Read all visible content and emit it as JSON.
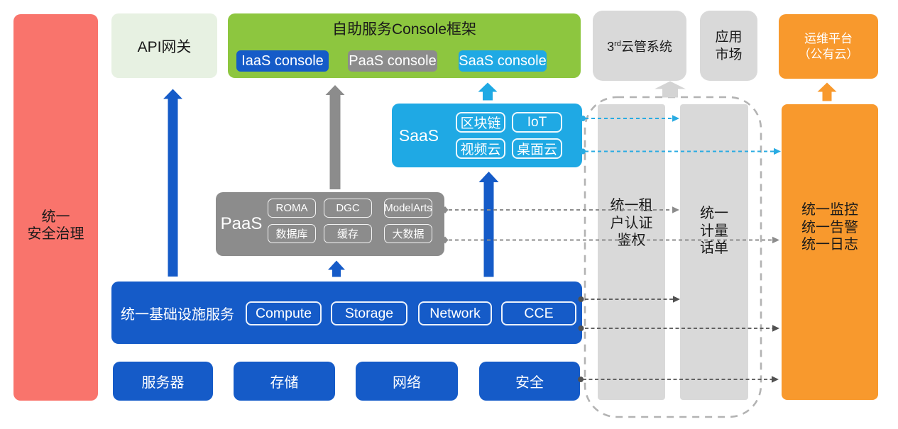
{
  "colors": {
    "blue": "#155BC8",
    "cyan": "#1FA9E4",
    "cyan-line": "#29ABE2",
    "green": "#8DC63F",
    "light-green": "#E7F1E2",
    "red": "#F9746C",
    "orange": "#F8992D",
    "gray-light": "#D9D9D9",
    "gray-mid": "#8C8C8C",
    "gray-arrow": "#D4D4D4",
    "gray-dark-line": "#515151",
    "dash-border": "#B3B3B3",
    "text-dark": "#1A1A1A"
  },
  "security_bar": {
    "lines": [
      "统一",
      "安全治理"
    ]
  },
  "api_gateway": {
    "label": "API网关"
  },
  "console_frame": {
    "title": "自助服务Console框架",
    "buttons": [
      {
        "label": "IaaS console"
      },
      {
        "label": "PaaS console"
      },
      {
        "label": "SaaS console"
      }
    ]
  },
  "third_party_cloud": {
    "prefix": "3",
    "sup": "rd",
    "rest": "云管系统"
  },
  "app_market": {
    "lines": [
      "应用",
      "市场"
    ]
  },
  "ops_platform": {
    "lines": [
      "运维平台",
      "（公有云）"
    ]
  },
  "saas": {
    "label": "SaaS",
    "chips": [
      "区块链",
      "IoT",
      "视频云",
      "桌面云"
    ]
  },
  "paas": {
    "label": "PaaS",
    "chips": [
      "ROMA",
      "DGC",
      "ModelArts",
      "数据库",
      "缓存",
      "大数据"
    ]
  },
  "infrastructure": {
    "label": "统一基础设施服务",
    "chips": [
      "Compute",
      "Storage",
      "Network",
      "CCE"
    ]
  },
  "hardware": {
    "items": [
      "服务器",
      "存储",
      "网络",
      "安全"
    ]
  },
  "pillars": {
    "tenant_auth": {
      "lines": [
        "统一租",
        "户认证",
        "鉴权"
      ]
    },
    "metering": {
      "lines": [
        "统一",
        "计量",
        "话单"
      ]
    },
    "monitoring": {
      "lines": [
        "统一监控",
        "统一告警",
        "统一日志"
      ]
    }
  }
}
